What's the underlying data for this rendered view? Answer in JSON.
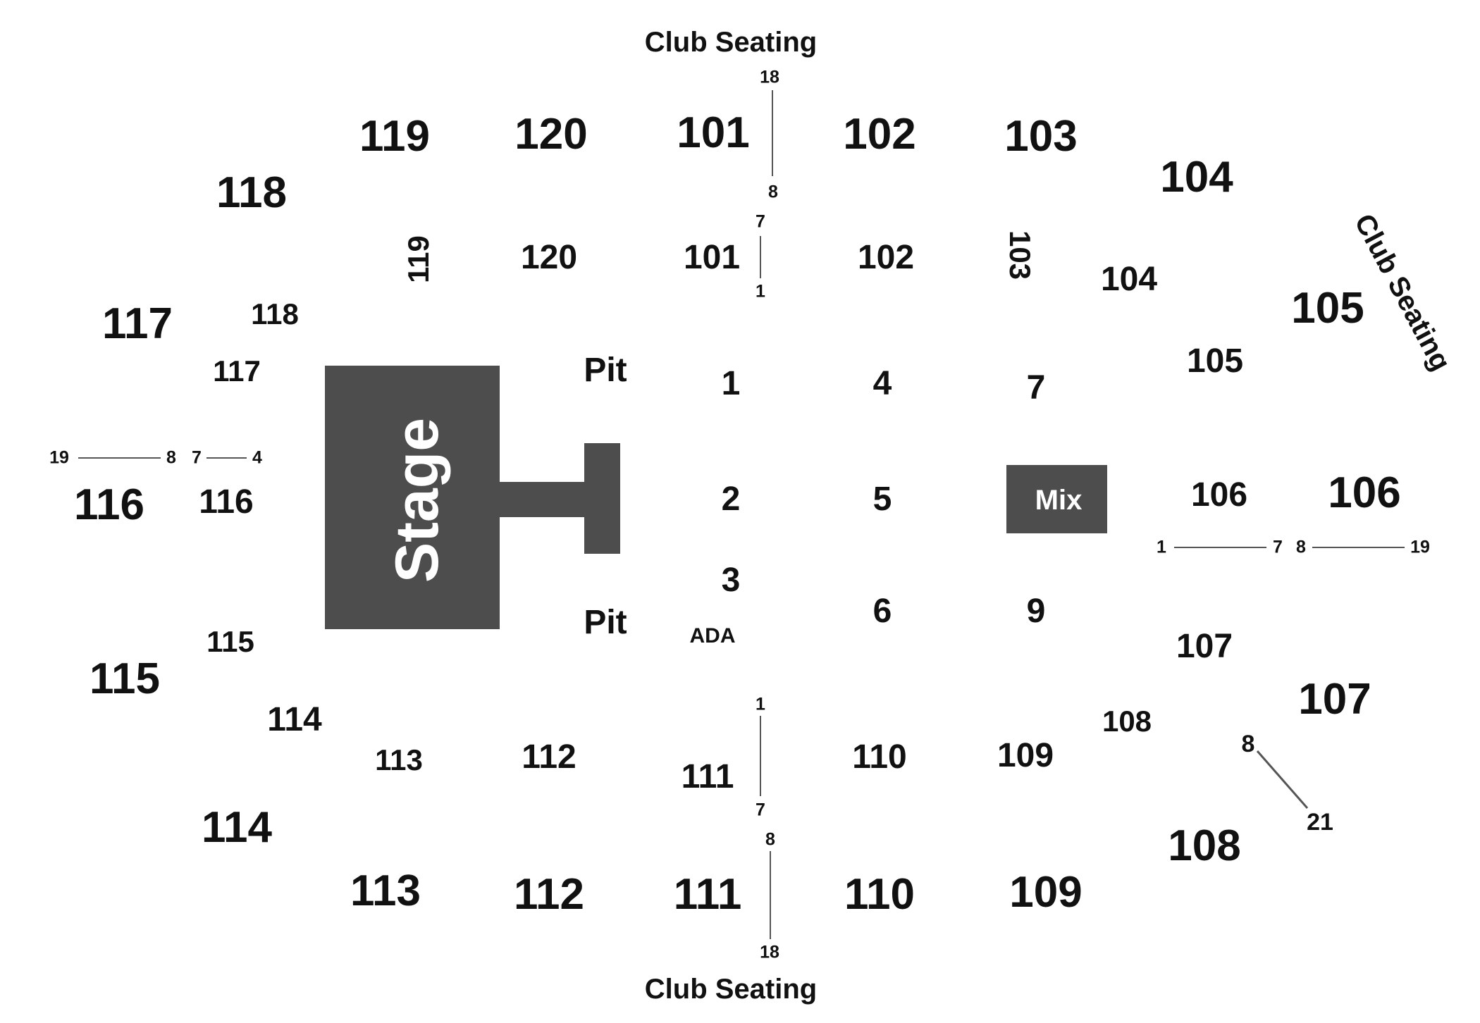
{
  "club_seating": {
    "top": "Club Seating",
    "right": "Club Seating",
    "bottom": "Club Seating"
  },
  "stage": {
    "label": "Stage"
  },
  "mix": {
    "label": "Mix"
  },
  "pit": {
    "top": "Pit",
    "bottom": "Pit"
  },
  "ada": "ADA",
  "floor_sections": [
    "1",
    "2",
    "3",
    "4",
    "5",
    "6",
    "7",
    "9"
  ],
  "upper_sections": {
    "s119": "119",
    "s120": "120",
    "s101": "101",
    "s102": "102",
    "s103": "103",
    "s104": "104",
    "s118": "118",
    "s117": "117",
    "s116": "116",
    "s115": "115",
    "s114": "114",
    "s113": "113",
    "s112": "112",
    "s111": "111",
    "s110": "110",
    "s109": "109",
    "s105": "105",
    "s106": "106",
    "s107": "107",
    "s108": "108"
  },
  "lower_sections": {
    "s119": "119",
    "s120": "120",
    "s101": "101",
    "s102": "102",
    "s103": "103",
    "s104": "104",
    "s118": "118",
    "s117": "117",
    "s116": "116",
    "s115": "115",
    "s114": "114",
    "s113": "113",
    "s112": "112",
    "s111": "111",
    "s110": "110",
    "s109": "109",
    "s105": "105",
    "s106": "106",
    "s107": "107",
    "s108": "108"
  },
  "row_markers": {
    "top_outer_start": "18",
    "top_outer_end": "8",
    "top_inner_start": "7",
    "top_inner_end": "1",
    "left_outer_start": "19",
    "left_outer_end": "8",
    "left_inner_start": "7",
    "left_inner_end": "4",
    "right_inner_start": "1",
    "right_inner_end": "7",
    "right_outer_start": "8",
    "right_outer_end": "19",
    "bottom_inner_start": "1",
    "bottom_inner_end": "7",
    "bottom_outer_start": "8",
    "bottom_outer_end": "18",
    "diag_start": "8",
    "diag_end": "21"
  }
}
